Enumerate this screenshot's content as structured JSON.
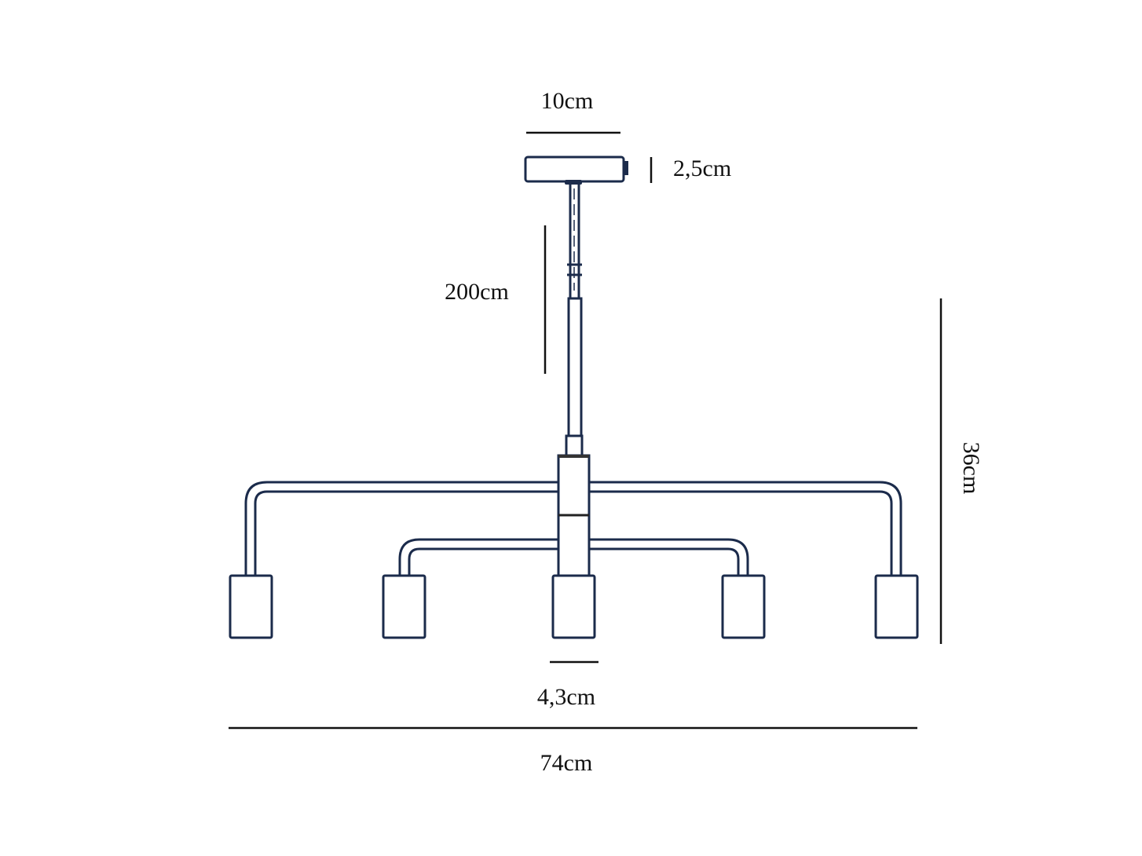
{
  "diagram": {
    "title": "Five-arm pendant lamp dimension drawing",
    "dimensions": {
      "canopy_width": "10cm",
      "canopy_height": "2,5cm",
      "cable_length": "200cm",
      "fixture_height": "36cm",
      "shade_diameter": "4,3cm",
      "total_width": "74cm"
    },
    "colors": {
      "lamp_stroke": "#1b2b4b",
      "dimension_stroke": "#111111"
    }
  }
}
